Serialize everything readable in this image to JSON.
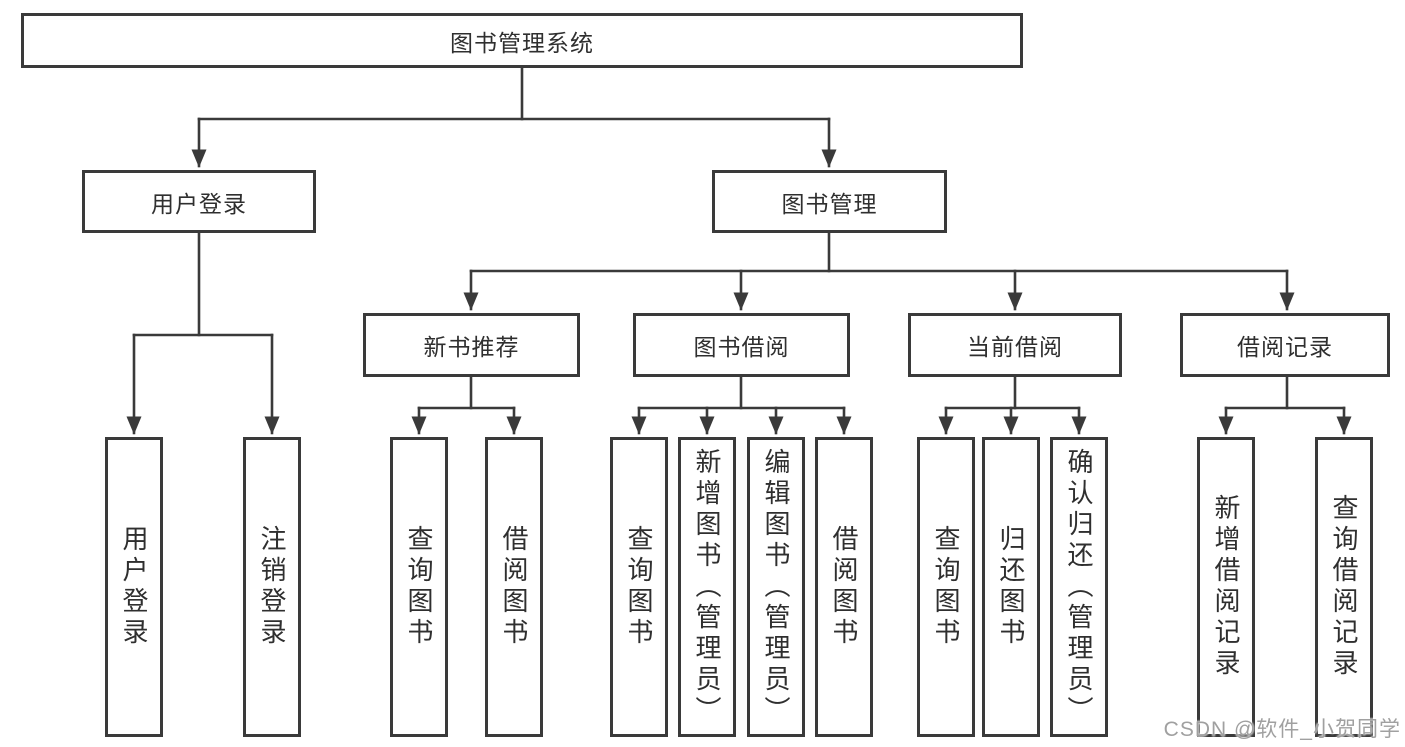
{
  "colors": {
    "line": "#3a3a3a",
    "border": "#3a3a3a",
    "text": "#2f2f2f",
    "watermark_gray": "#a0a0a0",
    "background": "#ffffff"
  },
  "watermark": {
    "text": "CSDN @软件_小贺同学"
  },
  "tree": {
    "label": "图书管理系统",
    "children": [
      {
        "label": "用户登录",
        "children": [
          {
            "label": "用户登录"
          },
          {
            "label": "注销登录"
          }
        ]
      },
      {
        "label": "图书管理",
        "children": [
          {
            "label": "新书推荐",
            "children": [
              {
                "label": "查询图书"
              },
              {
                "label": "借阅图书"
              }
            ]
          },
          {
            "label": "图书借阅",
            "children": [
              {
                "label": "查询图书"
              },
              {
                "label": "新增图书（管理员）"
              },
              {
                "label": "编辑图书（管理员）"
              },
              {
                "label": "借阅图书"
              }
            ]
          },
          {
            "label": "当前借阅",
            "children": [
              {
                "label": "查询图书"
              },
              {
                "label": "归还图书"
              },
              {
                "label": "确认归还（管理员）"
              }
            ]
          },
          {
            "label": "借阅记录",
            "children": [
              {
                "label": "新增借阅记录"
              },
              {
                "label": "查询借阅记录"
              }
            ]
          }
        ]
      }
    ]
  }
}
